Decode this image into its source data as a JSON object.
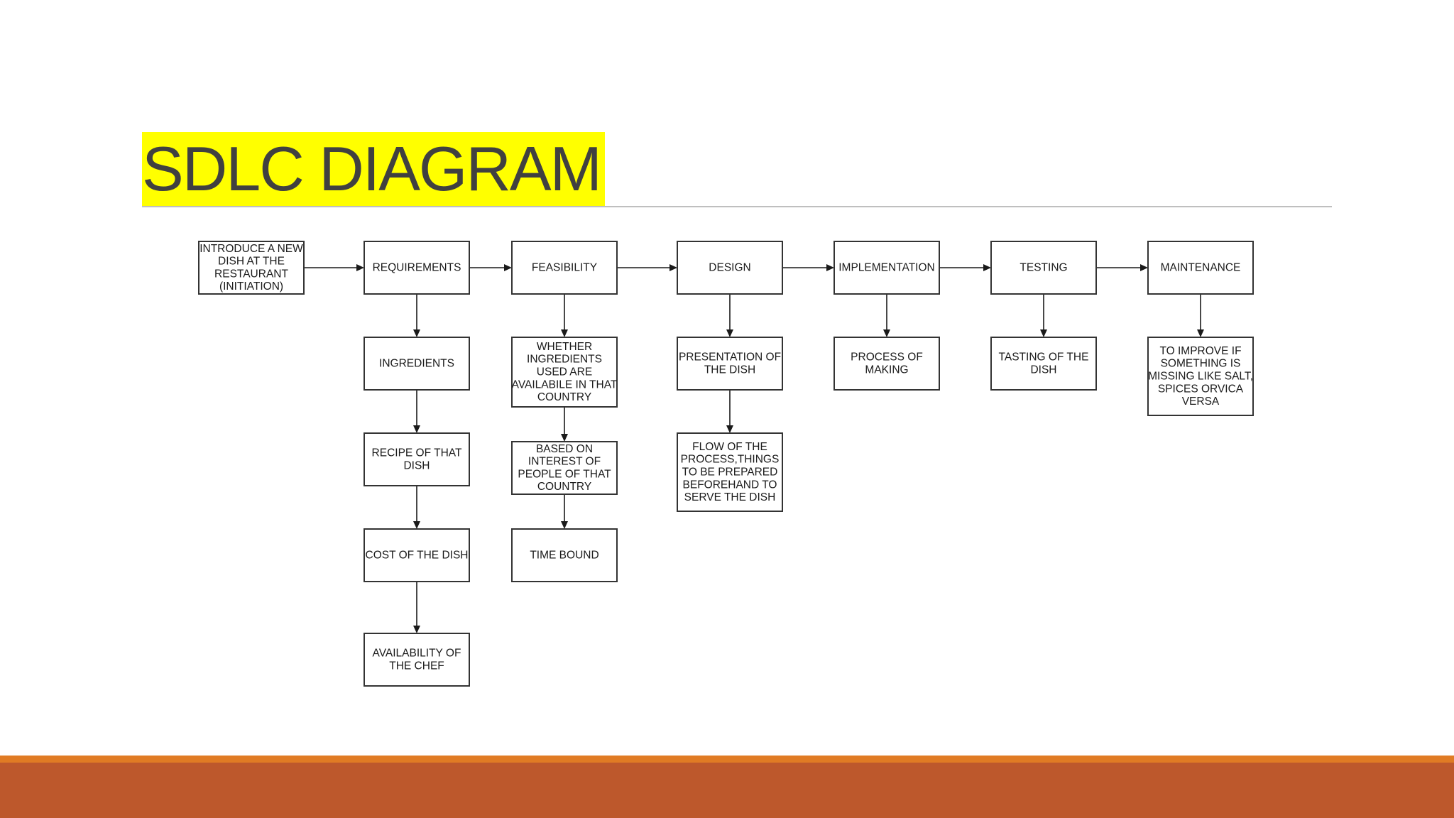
{
  "slide": {
    "title": "SDLC DIAGRAM",
    "colors": {
      "title_highlight": "#ffff00",
      "title_text": "#404040",
      "footer_accent": "#e07b24",
      "footer_band": "#bd582c"
    }
  },
  "diagram": {
    "nodes": [
      {
        "id": "initiation",
        "lines": [
          "INTRODUCE A NEW",
          "DISH AT THE",
          "RESTAURANT",
          "(INITIATION)"
        ]
      },
      {
        "id": "requirements",
        "lines": [
          "REQUIREMENTS"
        ]
      },
      {
        "id": "feasibility",
        "lines": [
          "FEASIBILITY"
        ]
      },
      {
        "id": "design",
        "lines": [
          "DESIGN"
        ]
      },
      {
        "id": "implementation",
        "lines": [
          "IMPLEMENTATION"
        ]
      },
      {
        "id": "testing",
        "lines": [
          "TESTING"
        ]
      },
      {
        "id": "maintenance",
        "lines": [
          "MAINTENANCE"
        ]
      },
      {
        "id": "ingredients",
        "lines": [
          "INGREDIENTS"
        ]
      },
      {
        "id": "recipe",
        "lines": [
          "RECIPE OF THAT",
          "DISH"
        ]
      },
      {
        "id": "cost",
        "lines": [
          "COST OF THE DISH"
        ]
      },
      {
        "id": "chef",
        "lines": [
          "AVAILABILITY OF",
          "THE CHEF"
        ]
      },
      {
        "id": "availability",
        "lines": [
          "WHETHER",
          "INGREDIENTS",
          "USED ARE",
          "AVAILABILE IN THAT",
          "COUNTRY"
        ]
      },
      {
        "id": "interest",
        "lines": [
          "BASED ON",
          "INTEREST OF",
          "PEOPLE OF THAT",
          "COUNTRY"
        ]
      },
      {
        "id": "timebound",
        "lines": [
          "TIME BOUND"
        ]
      },
      {
        "id": "presentation",
        "lines": [
          "PRESENTATION OF",
          "THE DISH"
        ]
      },
      {
        "id": "flow",
        "lines": [
          "FLOW OF THE",
          "PROCESS,THINGS",
          "TO BE PREPARED",
          "BEFOREHAND TO",
          "SERVE THE DISH"
        ]
      },
      {
        "id": "making",
        "lines": [
          "PROCESS OF",
          "MAKING"
        ]
      },
      {
        "id": "tasting",
        "lines": [
          "TASTING OF THE",
          "DISH"
        ]
      },
      {
        "id": "improve",
        "lines": [
          "TO IMPROVE IF",
          "SOMETHING IS",
          "MISSING LIKE SALT,",
          "SPICES ORVICA",
          "VERSA"
        ]
      }
    ],
    "edges": [
      [
        "initiation",
        "requirements"
      ],
      [
        "requirements",
        "feasibility"
      ],
      [
        "feasibility",
        "design"
      ],
      [
        "design",
        "implementation"
      ],
      [
        "implementation",
        "testing"
      ],
      [
        "testing",
        "maintenance"
      ],
      [
        "requirements",
        "ingredients"
      ],
      [
        "ingredients",
        "recipe"
      ],
      [
        "recipe",
        "cost"
      ],
      [
        "cost",
        "chef"
      ],
      [
        "feasibility",
        "availability"
      ],
      [
        "availability",
        "interest"
      ],
      [
        "interest",
        "timebound"
      ],
      [
        "design",
        "presentation"
      ],
      [
        "presentation",
        "flow"
      ],
      [
        "implementation",
        "making"
      ],
      [
        "testing",
        "tasting"
      ],
      [
        "maintenance",
        "improve"
      ]
    ]
  }
}
